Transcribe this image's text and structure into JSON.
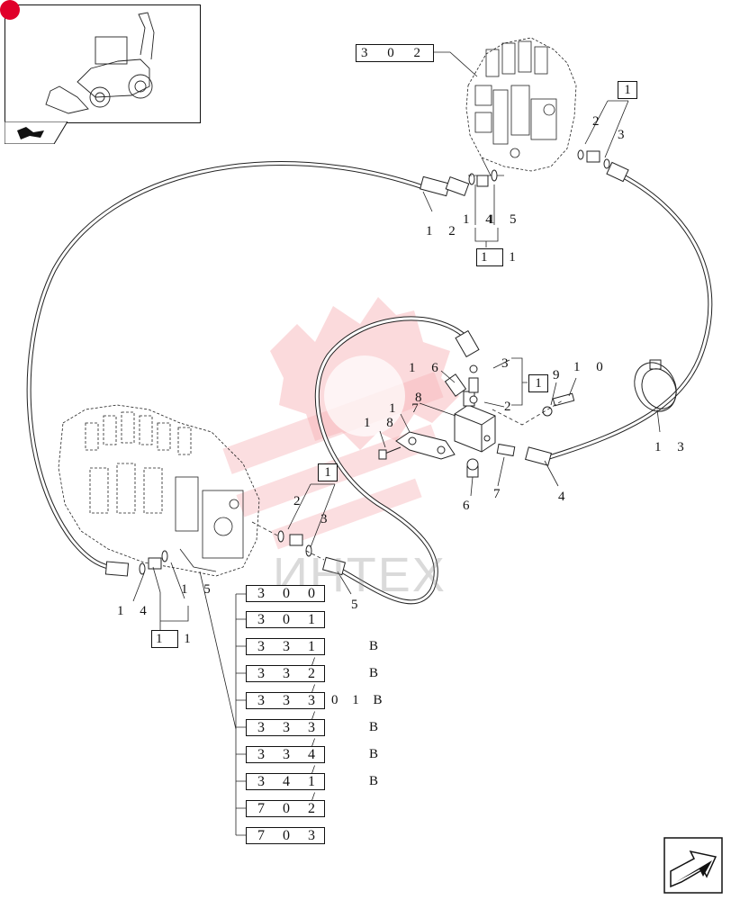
{
  "page": {
    "watermark_text": "ИНТЕХ"
  },
  "thumbnail": {
    "icon": "backhoe-loader-thumbnail",
    "tab_icon": "page-navigation-tab-icon"
  },
  "nav": {
    "icon": "next-page-arrow-icon"
  },
  "callouts": {
    "c302": "3 0 2",
    "c1_top": "1",
    "c2_top": "2",
    "c3_top": "3",
    "c12": "1 2",
    "c14_top": "1 4",
    "c1_top2": "1",
    "c15_top": "5",
    "c11_top": "1 1",
    "c16": "1 6",
    "c3_mid": "3",
    "c1_mid": "1",
    "c8": "8",
    "c17": "1 7",
    "c2_mid": "2",
    "c9": "9",
    "c10": "1 0",
    "c18": "1 8",
    "c13": "1 3",
    "c4": "4",
    "c7": "7",
    "c6": "6",
    "c1_low": "1",
    "c2_low": "2",
    "c3_low": "3",
    "c14_low": "1 4",
    "c15_low": "1 5",
    "c11_low": "1 1",
    "c5": "5"
  },
  "references": [
    {
      "code": "3 0 0",
      "suffix": ""
    },
    {
      "code": "3 0 1",
      "suffix": ""
    },
    {
      "code": "3 3 1 /",
      "suffix": "B"
    },
    {
      "code": "3 3 2 /",
      "suffix": "B"
    },
    {
      "code": "3 3 3 /",
      "suffix": "0 1 B"
    },
    {
      "code": "3 3 3 /",
      "suffix": "B"
    },
    {
      "code": "3 3 4 /",
      "suffix": "B"
    },
    {
      "code": "3 4 1 /",
      "suffix": "B"
    },
    {
      "code": "7 0 2",
      "suffix": ""
    },
    {
      "code": "7 0 3",
      "suffix": ""
    }
  ]
}
